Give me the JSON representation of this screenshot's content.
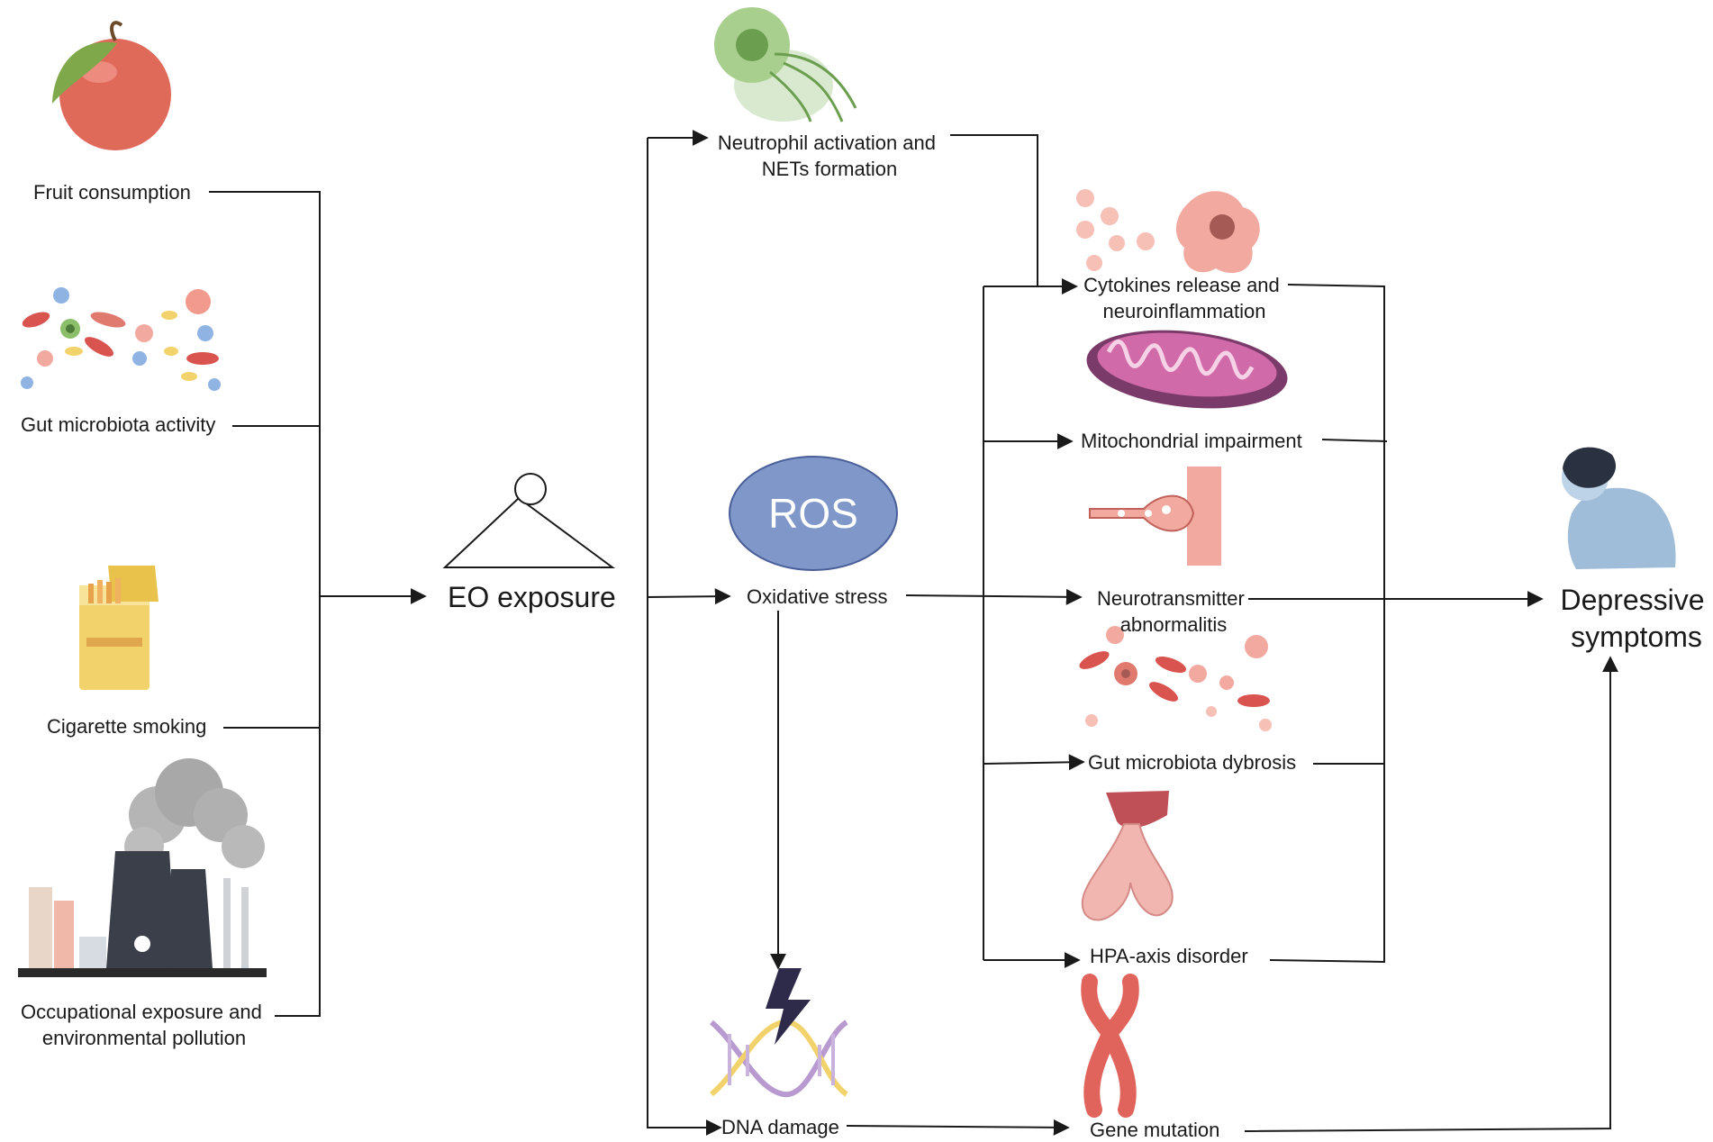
{
  "exposures": {
    "fruit": "Fruit consumption",
    "gut": "Gut microbiota activity",
    "cigarette": "Cigarette smoking",
    "occupational": [
      "Occupational exposure and",
      "environmental pollution"
    ]
  },
  "center": {
    "eo": "EO exposure"
  },
  "mechanisms": {
    "neutrophil": [
      "Neutrophil activation and",
      "NETs formation"
    ],
    "ros": "ROS",
    "oxidative": "Oxidative stress",
    "dna": "DNA damage"
  },
  "pathways": {
    "cytokines": [
      "Cytokines release and",
      "neuroinflammation"
    ],
    "mito": "Mitochondrial impairment",
    "neuro": [
      "Neurotransmitter",
      "abnormalitis"
    ],
    "gut_dys": "Gut microbiota dybrosis",
    "hpa": "HPA-axis disorder",
    "gene": "Gene mutation"
  },
  "outcome": [
    "Depressive",
    "symptoms"
  ],
  "colors": {
    "ros_fill": "#7f97c9",
    "line": "#1a1a1a",
    "apple": "#e06a5a",
    "pink": "#f2a9a0",
    "cig": "#f2d36b",
    "factory": "#3a3f4a",
    "dna_purple": "#b89ad0",
    "bolt": "#2e2a4a",
    "person": "#9fbcd8"
  },
  "icons": [
    "apple-icon",
    "microbes-icon",
    "cigarette-pack-icon",
    "factory-icon",
    "neutrophil-icon",
    "cytokine-cell-icon",
    "mitochondrion-icon",
    "synapse-icon",
    "bacteria-icon",
    "hpa-gland-icon",
    "chromosome-icon",
    "dna-damage-icon",
    "depressed-person-icon"
  ]
}
